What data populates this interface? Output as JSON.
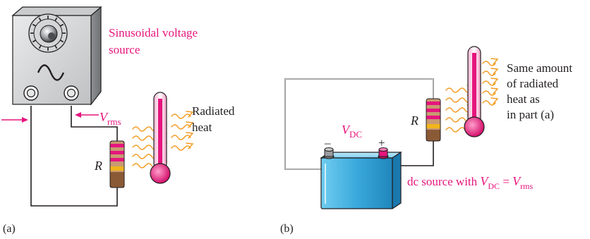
{
  "colors": {
    "accent": "#e6157d",
    "heat_waves": "#f29a1f",
    "battery": "#4cb8e6",
    "thermometer": "#e6157d",
    "generator_body": "#d7d8d9"
  },
  "part_a": {
    "caption": "(a)",
    "source_label_line1": "Sinusoidal voltage",
    "source_label_line2": "source",
    "voltage_symbol": "V",
    "voltage_subscript": "rms",
    "resistor_label": "R",
    "heat_label_line1": "Radiated",
    "heat_label_line2": "heat",
    "icons": [
      "sine-wave-icon",
      "knob-icon",
      "thermometer-icon",
      "resistor-icon"
    ]
  },
  "part_b": {
    "caption": "(b)",
    "voltage_symbol": "V",
    "voltage_subscript": "DC",
    "minus_terminal": "–",
    "plus_terminal": "+",
    "resistor_label": "R",
    "heat_label_lines": [
      "Same amount",
      "of radiated",
      "heat as",
      "in part (a)"
    ],
    "dc_label_prefix": "dc source with ",
    "dc_label_v1": "V",
    "dc_label_v1_sub": "DC",
    "dc_label_equals": " = ",
    "dc_label_v2": "V",
    "dc_label_v2_sub": "rms",
    "icons": [
      "battery-icon",
      "thermometer-icon",
      "resistor-icon"
    ]
  }
}
